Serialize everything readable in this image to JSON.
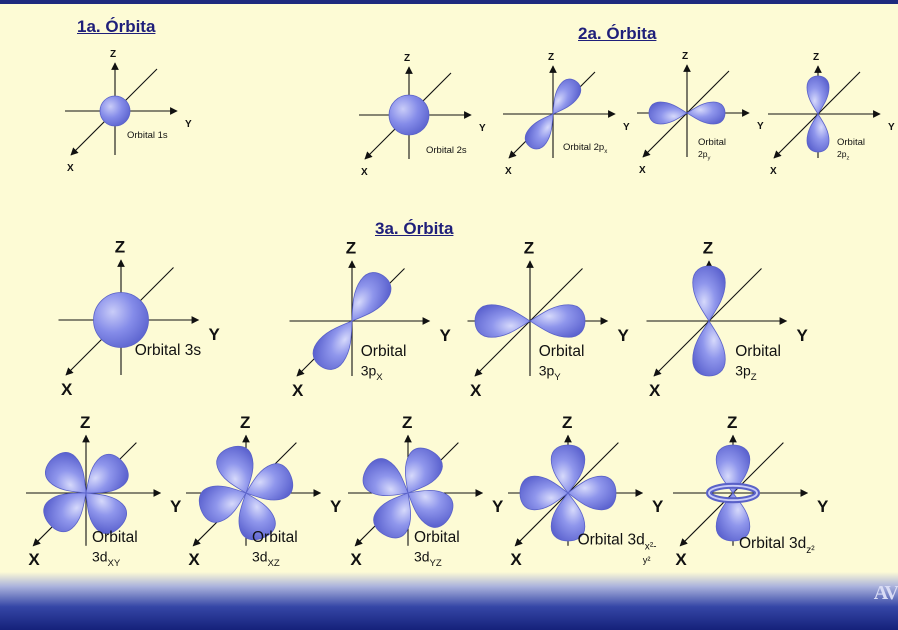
{
  "headings": {
    "orbit1": "1a. Órbita",
    "orbit2": "2a. Órbita",
    "orbit3": "3a. Órbita"
  },
  "axes": {
    "x": "X",
    "y": "Y",
    "z": "Z"
  },
  "orbitals": {
    "o1s": [
      "Orbital 1s"
    ],
    "o2s": [
      "Orbital 2s"
    ],
    "o2px": [
      "Orbital 2p",
      "x"
    ],
    "o2py": [
      "Orbital",
      "2p",
      "y"
    ],
    "o2pz": [
      "Orbital",
      "2p",
      "z"
    ],
    "o3s": [
      "Orbital 3s"
    ],
    "o3px": [
      "Orbital",
      "3p",
      "X"
    ],
    "o3py": [
      "Orbital",
      "3p",
      "Y"
    ],
    "o3pz": [
      "Orbital",
      "3p",
      "Z"
    ],
    "o3dxy": [
      "Orbital",
      "3d",
      "XY"
    ],
    "o3dxz": [
      "Orbital",
      "3d",
      "XZ"
    ],
    "o3dyz": [
      "Orbital",
      "3d",
      "YZ"
    ],
    "o3dx2y2": [
      "Orbital 3d",
      "x²-",
      "y²"
    ],
    "o3dz2": [
      "Orbital 3d",
      "z²"
    ]
  },
  "footer": {
    "mark": "AV"
  },
  "colors": {
    "background": "#fdfbd5",
    "orbital_fill": "#7f86e6",
    "orbital_highlight": "#d6d9fb",
    "orbital_stroke": "#5a62c8",
    "heading": "#1f1f7a",
    "footer_dark": "#15217a"
  }
}
